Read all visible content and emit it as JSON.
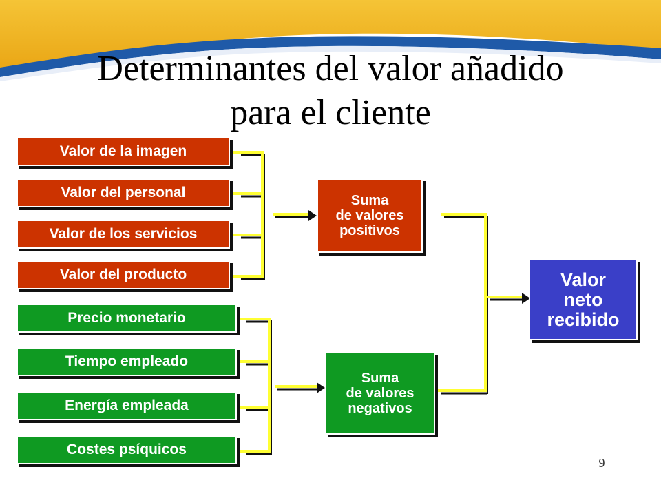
{
  "title": {
    "line1": "Determinantes del valor añadido",
    "line2": "para el cliente"
  },
  "positive_values": [
    {
      "label": "Valor de la imagen"
    },
    {
      "label": "Valor del personal"
    },
    {
      "label": "Valor de los servicios"
    },
    {
      "label": "Valor del producto"
    }
  ],
  "negative_values": [
    {
      "label": "Precio monetario"
    },
    {
      "label": "Tiempo empleado"
    },
    {
      "label": "Energía empleada"
    },
    {
      "label": "Costes psíquicos"
    }
  ],
  "sum_positive": {
    "line1": "Suma",
    "line2": "de valores",
    "line3": "positivos"
  },
  "sum_negative": {
    "line1": "Suma",
    "line2": "de valores",
    "line3": "negativos"
  },
  "net_value": {
    "line1": "Valor",
    "line2": "neto",
    "line3": "recibido"
  },
  "page_number": "9",
  "colors": {
    "positive": "#cc3300",
    "negative": "#0f9a22",
    "net": "#3a3fc8",
    "connector": "#ffff33",
    "banner_gold": "#f2b81e",
    "banner_blue": "#1f5aa8"
  }
}
